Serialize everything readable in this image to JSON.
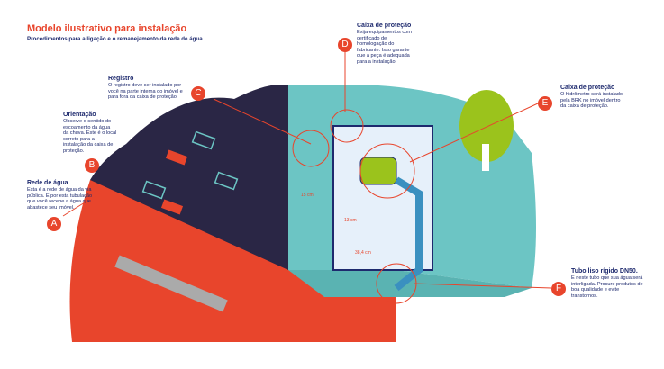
{
  "header": {
    "title": "Modelo ilustrativo para instalação",
    "subtitle": "Procedimentos para a ligação e o remanejamento da rede de água"
  },
  "callouts": [
    {
      "letter": "A",
      "title": "Rede de água",
      "text": "Esta é a rede de água da via pública. É por esta tubulação que você recebe a água que abastece seu imóvel."
    },
    {
      "letter": "B",
      "title": "Orientação",
      "text": "Observe o sentido do escoamento da água da chuva. Este é o local correto para a instalação da caixa de proteção."
    },
    {
      "letter": "C",
      "title": "Registro",
      "text": "O registro deve ser instalado por você na parte interna do imóvel e para fora da caixa de proteção."
    },
    {
      "letter": "D",
      "title": "Caixa de proteção",
      "text": "Exija equipamentos com certificado de homologação do fabricante. Isso garante que a peça é adequada para a instalação."
    },
    {
      "letter": "E",
      "title": "Caixa de proteção",
      "text": "O hidrômetro será instalado pela BRK no imóvel dentro da caixa de proteção."
    },
    {
      "letter": "F",
      "title": "Tubo liso rígido DN50.",
      "text": "É neste tubo que sua água será interligada. Procure produtos de boa qualidade e evite transtornos."
    }
  ],
  "dimensions": [
    "15 cm",
    "13 cm",
    "38,4 cm"
  ],
  "colors": {
    "accent": "#e8452c",
    "navy": "#1e2a6e",
    "teal": "#6cc5c4",
    "dark": "#2a2645",
    "green": "#9bc31c"
  }
}
